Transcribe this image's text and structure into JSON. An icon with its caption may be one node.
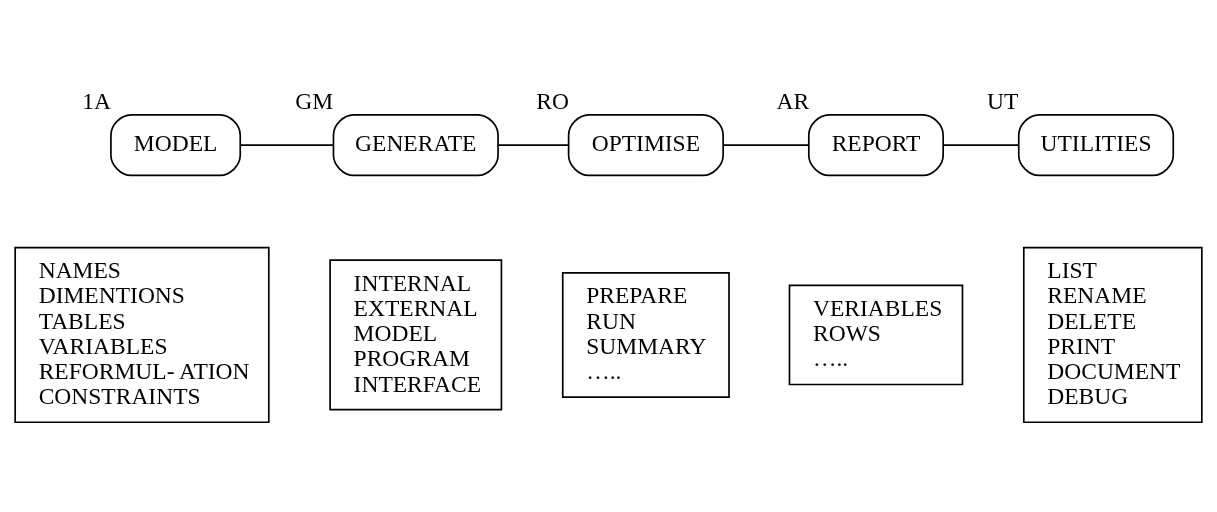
{
  "diagram": {
    "nodes": [
      {
        "text": [
          "MODEL"
        ],
        "beside": [
          "1A"
        ]
      },
      {
        "text": [
          "GENERATE"
        ],
        "beside": [
          "GM"
        ]
      },
      {
        "text": [
          "OPTIMISE"
        ],
        "beside": [
          "RO"
        ]
      },
      {
        "text": [
          "REPORT"
        ],
        "beside": [
          "AR"
        ]
      },
      {
        "text": [
          "UTILITIES"
        ],
        "beside": [
          "UT"
        ]
      },
      {
        "text": [
          "NAMES",
          "DIMENTIONS",
          "TABLES",
          "VARIABLES",
          "REFORMUL- ATION",
          "CONSTRAINTS"
        ]
      },
      {
        "text": [
          "INTERNAL",
          "EXTERNAL",
          "MODEL",
          "PROGRAM",
          "INTERFACE"
        ]
      },
      {
        "text": [
          "PREPARE",
          "RUN",
          "SUMMARY",
          "….."
        ]
      },
      {
        "text": [
          "VERIABLES",
          "ROWS",
          "….."
        ]
      },
      {
        "text": [
          "LIST",
          "RENAME",
          "DELETE",
          "PRINT",
          "DOCUMENT",
          "DEBUG"
        ]
      }
    ],
    "edges": [
      {
        "from": 0,
        "to": 1,
        "arrow": "none"
      },
      {
        "from": 1,
        "to": 2,
        "arrow": "none"
      },
      {
        "from": 2,
        "to": 3,
        "arrow": "none"
      },
      {
        "from": 3,
        "to": 4,
        "arrow": "none"
      }
    ]
  }
}
